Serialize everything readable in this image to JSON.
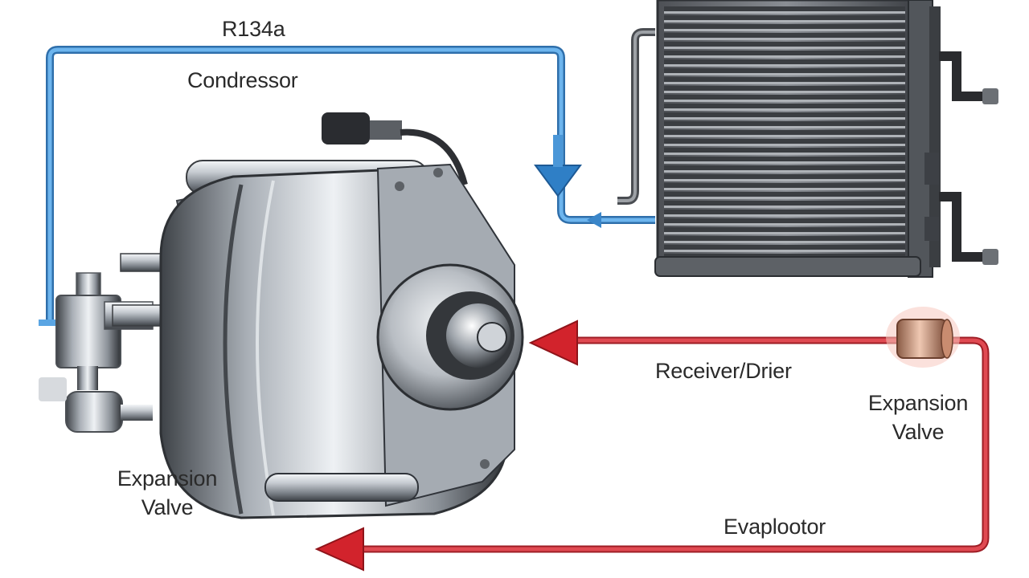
{
  "diagram": {
    "labels": {
      "refrigerant": "R134a",
      "compressor": "Condressor",
      "receiver_drier": "Receiver/Drier",
      "expansion_valve_right_line1": "Expansion",
      "expansion_valve_right_line2": "Valve",
      "expansion_valve_left_line1": "Expansion",
      "expansion_valve_left_line2": "Valve",
      "evaporator": "Evaplootor"
    },
    "colors": {
      "low_pressure_line": "#4a9ad8",
      "high_pressure_line": "#d8303a",
      "condenser_body": "#5a5d62",
      "compressor_metal": "#b9bec4",
      "filter_drier": "#c9927a"
    },
    "icons": {
      "compressor": "ac-compressor-illustration",
      "condenser": "condenser-radiator-illustration",
      "left_valve": "expansion-valve-fitting-illustration",
      "drier": "receiver-drier-canister-illustration"
    }
  }
}
